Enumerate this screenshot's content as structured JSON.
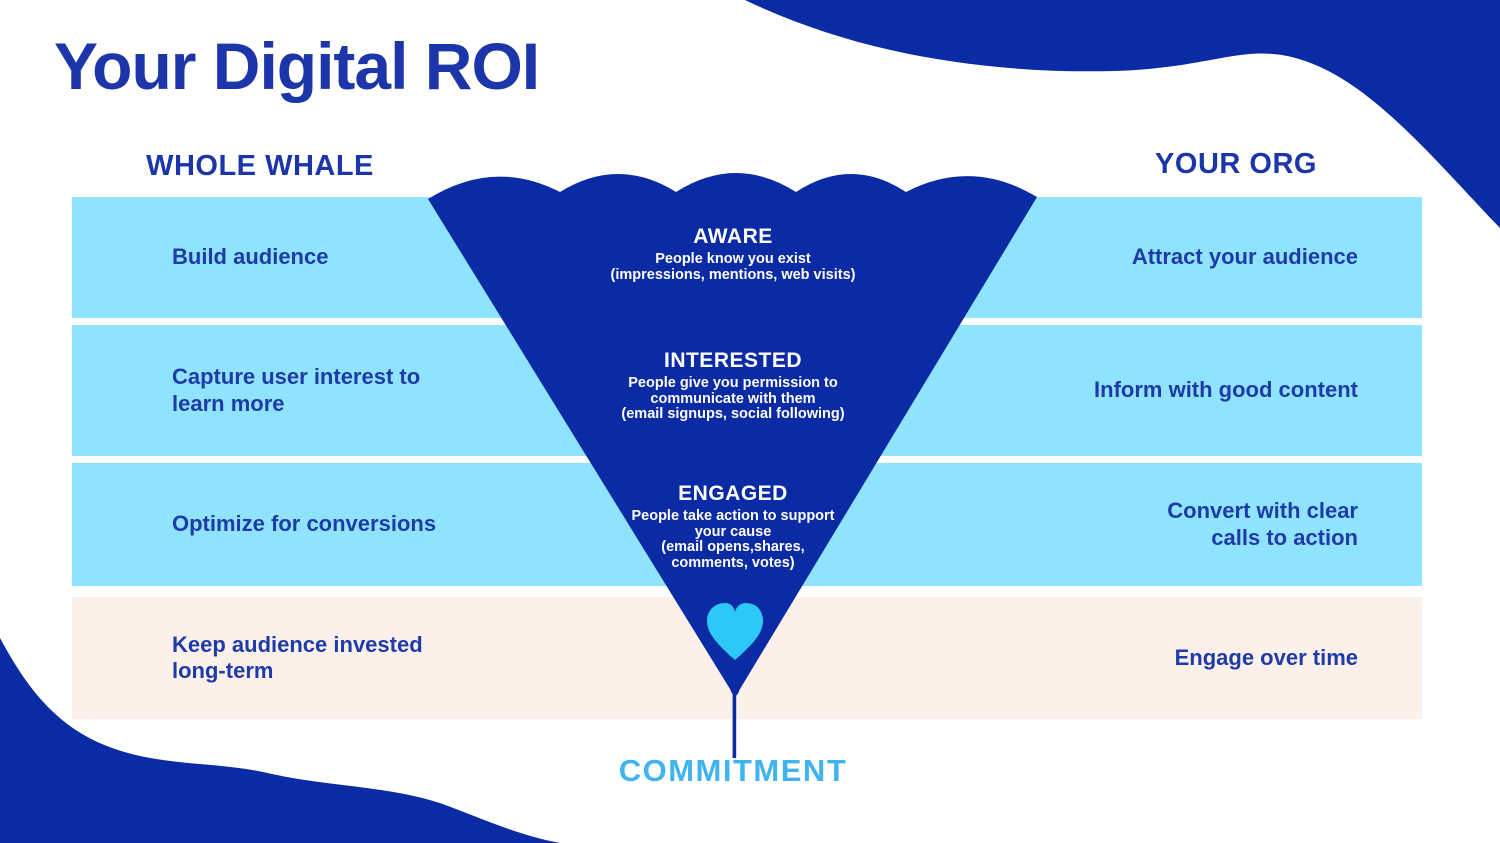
{
  "title": "Your Digital ROI",
  "headers": {
    "left": "WHOLE WHALE",
    "right": "YOUR ORG"
  },
  "rows": [
    {
      "left": "Build audience",
      "right": "Attract your audience"
    },
    {
      "left": "Capture user interest to\nlearn more",
      "right": "Inform with good content"
    },
    {
      "left": "Optimize for conversions",
      "right": "Convert with clear\ncalls to action"
    },
    {
      "left": "Keep audience invested\nlong-term",
      "right": "Engage over time"
    }
  ],
  "funnel": {
    "stages": [
      {
        "name": "AWARE",
        "description": "People know you exist",
        "metrics": "(impressions, mentions, web visits)"
      },
      {
        "name": "INTERESTED",
        "description": "People give you permission to\ncommunicate with them",
        "metrics": "(email signups, social following)"
      },
      {
        "name": "ENGAGED",
        "description": "People take action to support\nyour cause",
        "metrics": "(email opens,shares,\ncomments, votes)"
      }
    ],
    "bottom_label": "COMMITMENT"
  },
  "icons": {
    "heart": "heart-icon"
  },
  "colors": {
    "dark_blue": "#0b2ba5",
    "heading_blue": "#1c35a8",
    "text_blue": "#1e3ba8",
    "band_blue": "#8fe3fd",
    "band_cream": "#fbf1ea",
    "commitment_blue": "#41b4ef",
    "heart_cyan": "#2cc8f7",
    "background": "#ffffff",
    "stage_text": "#ffffff"
  }
}
